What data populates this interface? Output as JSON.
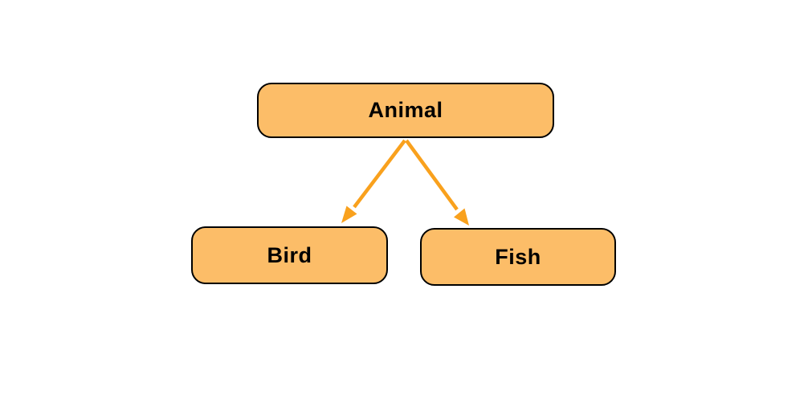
{
  "diagram": {
    "type": "tree",
    "title": "",
    "background_color": "#ffffff",
    "nodes": [
      {
        "id": "animal",
        "label": "Animal",
        "fill": "#FCBD68",
        "border_color": "#000000",
        "text_color": "#000000",
        "shape": "rounded-rectangle"
      },
      {
        "id": "bird",
        "label": "Bird",
        "fill": "#FCBD68",
        "border_color": "#000000",
        "text_color": "#000000",
        "shape": "rounded-rectangle"
      },
      {
        "id": "fish",
        "label": "Fish",
        "fill": "#FCBD68",
        "border_color": "#000000",
        "text_color": "#000000",
        "shape": "rounded-rectangle"
      }
    ],
    "edges": [
      {
        "from": "animal",
        "to": "bird",
        "style": "solid",
        "arrowhead": "filled-triangle",
        "color": "#F9A11D"
      },
      {
        "from": "animal",
        "to": "fish",
        "style": "solid",
        "arrowhead": "filled-triangle",
        "color": "#F9A11D"
      }
    ],
    "colors": {
      "node_fill": "#FCBD68",
      "node_border": "#000000",
      "arrow": "#F9A11D",
      "text": "#000000"
    }
  }
}
